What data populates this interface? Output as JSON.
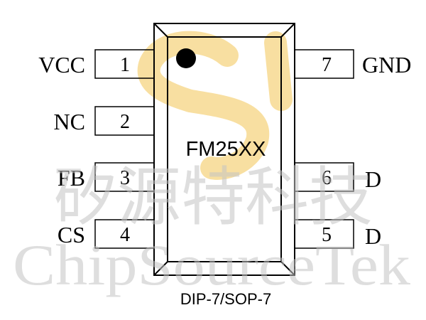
{
  "chip": {
    "part_number": "FM25XX",
    "package": "DIP-7/SOP-7"
  },
  "pins": {
    "left": [
      {
        "number": "1",
        "name": "VCC"
      },
      {
        "number": "2",
        "name": "NC"
      },
      {
        "number": "3",
        "name": "FB"
      },
      {
        "number": "4",
        "name": "CS"
      }
    ],
    "right": [
      {
        "number": "7",
        "name": "GND"
      },
      {
        "number": "6",
        "name": "D"
      },
      {
        "number": "5",
        "name": "D"
      }
    ]
  },
  "watermark": {
    "chinese_text": "矽源特科技",
    "english_text": "ChipSourceTek"
  },
  "colors": {
    "logo_yellow": "#f7d88a",
    "outline": "#000000",
    "watermark_gray": "#c4c4c4"
  }
}
